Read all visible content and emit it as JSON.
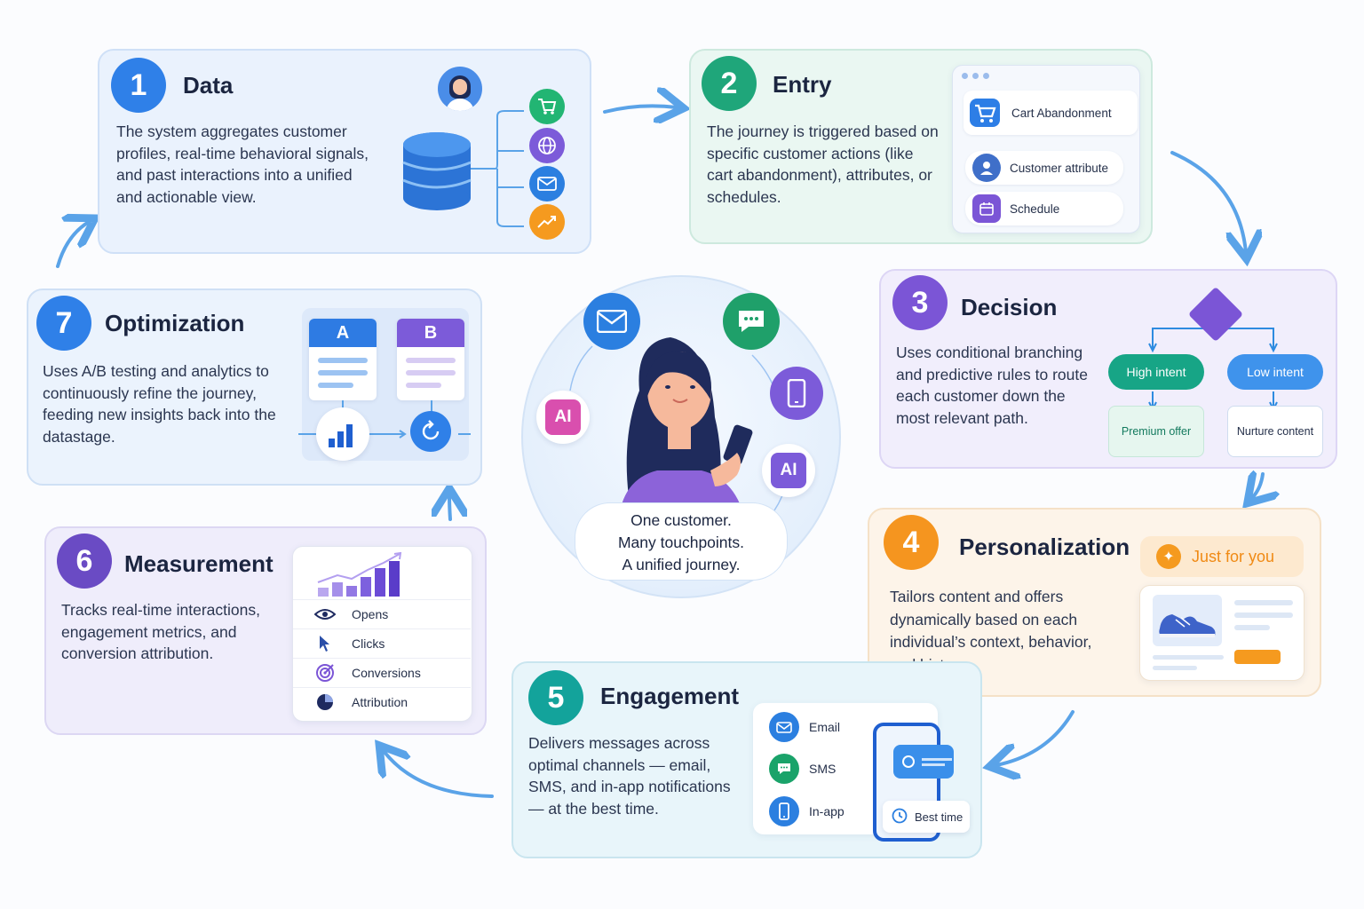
{
  "center": {
    "caption_line1": "One customer.",
    "caption_line2": "Many touchpoints.",
    "caption_line3": "A unified journey.",
    "ai_label": "AI"
  },
  "steps": {
    "data": {
      "number": "1",
      "title": "Data",
      "description": "The system aggregates customer profiles, real-time behavioral signals, and past interactions into a unified and actionable view.",
      "color": "#2f80e8"
    },
    "entry": {
      "number": "2",
      "title": "Entry",
      "description": "The journey is triggered based on specific customer actions (like cart abandonment), attributes, or schedules.",
      "color": "#1fa67a",
      "triggers": [
        "Cart Abandonment",
        "Customer attribute",
        "Schedule"
      ]
    },
    "decision": {
      "number": "3",
      "title": "Decision",
      "description": "Uses conditional branching and predictive rules to route each customer down the most relevant path.",
      "color": "#7b55d6",
      "branch_high": "High intent",
      "branch_low": "Low intent",
      "outcome_high": "Premium offer",
      "outcome_low": "Nurture content"
    },
    "personalization": {
      "number": "4",
      "title": "Personalization",
      "description": "Tailors content and offers dynamically based on each individual’s context, behavior, and history.",
      "color": "#f5951f",
      "tag": "Just for you"
    },
    "engagement": {
      "number": "5",
      "title": "Engagement",
      "description": "Delivers messages across optimal channels — email, SMS, and in-app notifications — at the best time.",
      "color": "#13a39b",
      "channels": [
        "Email",
        "SMS",
        "In-app"
      ],
      "timing": "Best time"
    },
    "measurement": {
      "number": "6",
      "title": "Measurement",
      "description": "Tracks real-time interactions, engagement metrics, and conversion attribution.",
      "color": "#6a4bc4",
      "metrics": [
        "Opens",
        "Clicks",
        "Conversions",
        "Attribution"
      ]
    },
    "optimization": {
      "number": "7",
      "title": "Optimization",
      "description": "Uses A/B testing and analytics to continuously refine the journey, feeding new insights back into the datastage.",
      "color": "#2f80e8",
      "variant_a": "A",
      "variant_b": "B"
    }
  },
  "icons": {
    "data_channels": [
      "cart-icon",
      "globe-icon",
      "mail-icon",
      "trend-up-icon"
    ],
    "center_touchpoints": [
      "mail-icon",
      "chat-icon",
      "mobile-icon",
      "ai-chip-icon"
    ]
  }
}
